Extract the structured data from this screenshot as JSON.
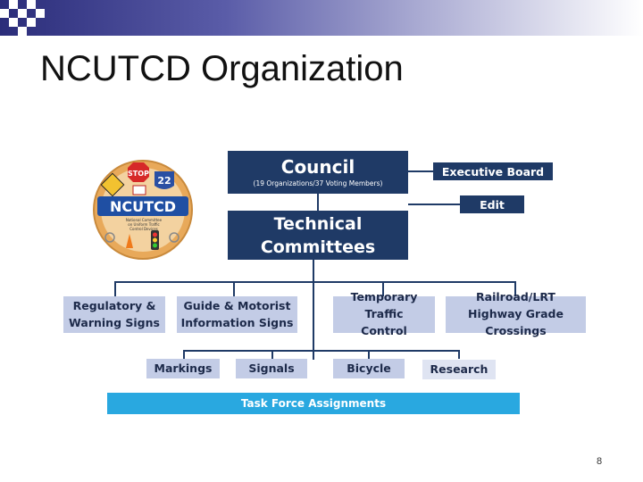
{
  "slide": {
    "title": "NCUTCD Organization",
    "page_number": "8"
  },
  "logo": {
    "stop_sign": "STOP",
    "route_shield": "22",
    "wordmark": "NCUTCD",
    "subtitle": "National Committee on Uniform Traffic Control Devices"
  },
  "org_chart": {
    "council": {
      "label": "Council",
      "sublabel": "(19 Organizations/37 Voting Members)"
    },
    "executive_board": "Executive Board",
    "edit": "Edit",
    "technical_committees": "Technical Committees",
    "committees_row1": [
      "Regulatory & Warning Signs",
      "Guide & Motorist Information Signs",
      "Temporary Traffic Control",
      "Railroad/LRT Highway Grade Crossings"
    ],
    "committees_row2": [
      "Markings",
      "Signals",
      "Bicycle",
      "Research"
    ],
    "task_force": "Task Force Assignments"
  },
  "colors": {
    "dark_box": "#1f3a66",
    "light_box": "#c3cce6",
    "task_force_bar": "#29a8e0"
  }
}
